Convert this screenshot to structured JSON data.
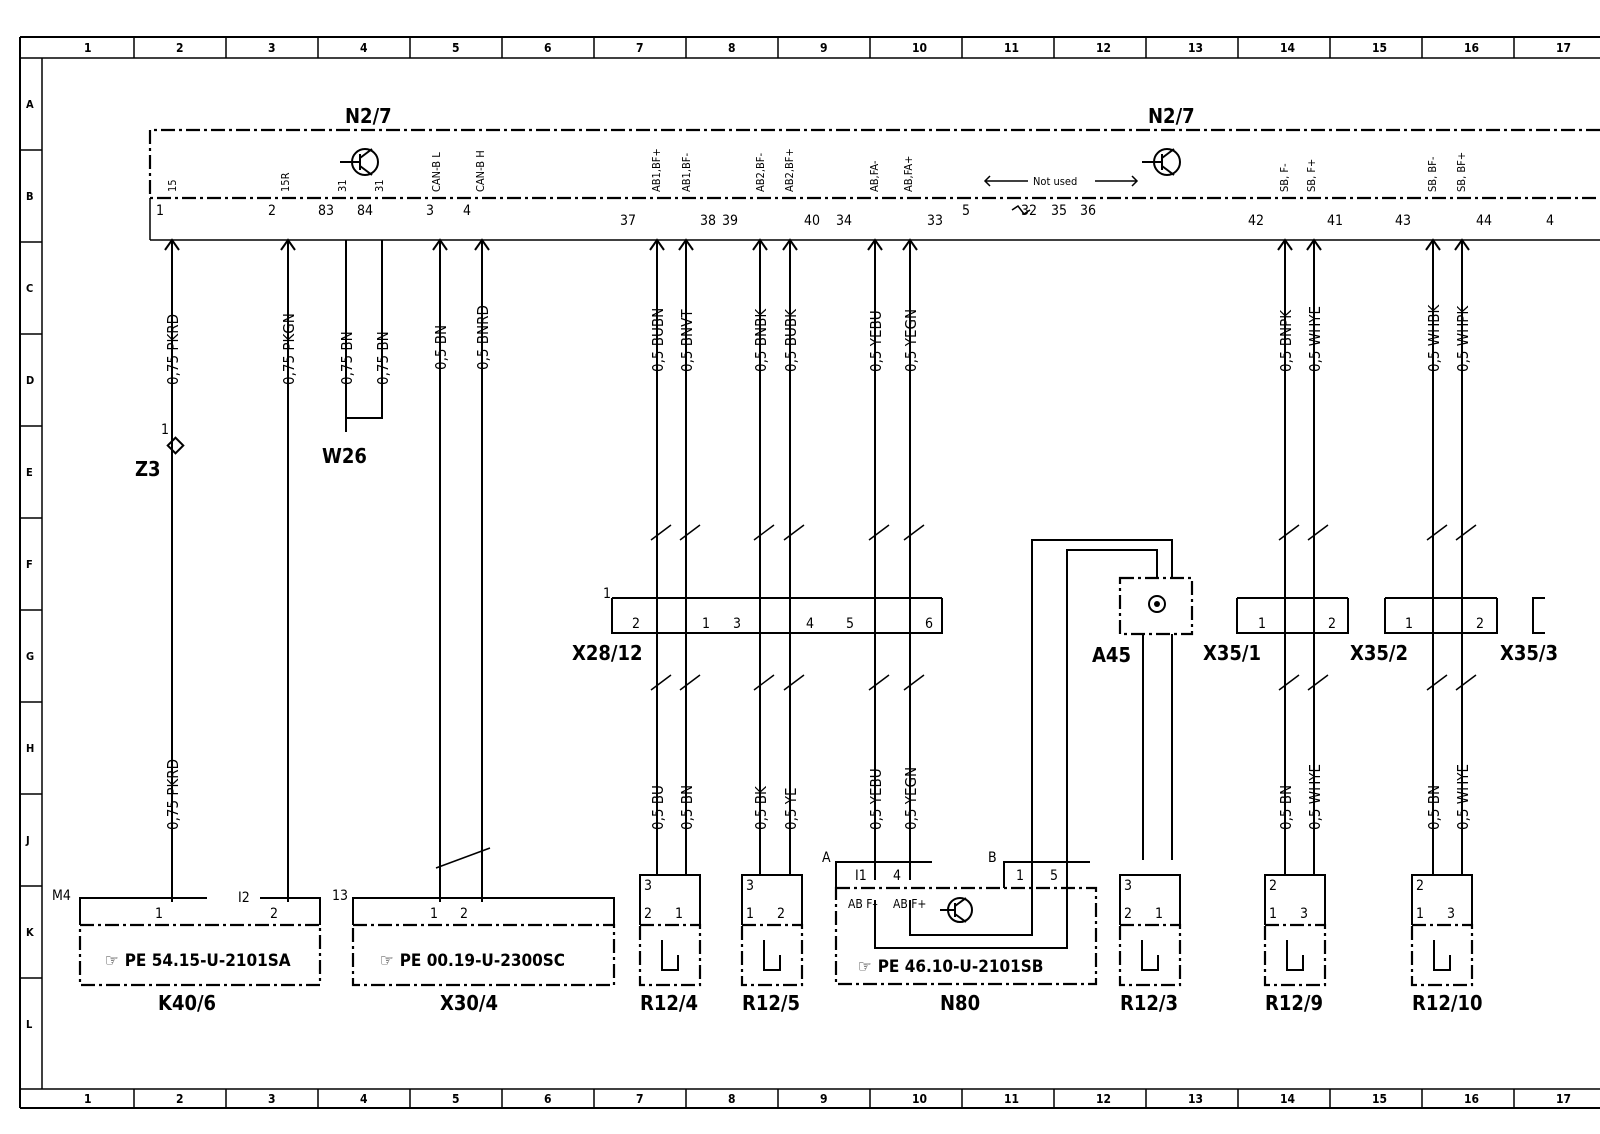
{
  "grid_columns": [
    "1",
    "2",
    "3",
    "4",
    "5",
    "6",
    "7",
    "8",
    "9",
    "10",
    "11",
    "12",
    "13",
    "14",
    "15",
    "16",
    "17"
  ],
  "grid_rows": [
    "A",
    "B",
    "C",
    "D",
    "E",
    "F",
    "G",
    "H",
    "J",
    "K",
    "L"
  ],
  "components": {
    "n2_7_left": "N2/7",
    "n2_7_right": "N2/7",
    "z3": "Z3",
    "z3_pin": "1",
    "w26": "W26",
    "x28_12": "X28/12",
    "x28_12_pin": "1",
    "a45": "A45",
    "x35_1": "X35/1",
    "x35_2": "X35/2",
    "x35_3": "X35/3",
    "k40_6": "K40/6",
    "x30_4": "X30/4",
    "n80": "N80",
    "r12_4": "R12/4",
    "r12_5": "R12/5",
    "r12_3": "R12/3",
    "r12_9": "R12/9",
    "r12_10": "R12/10"
  },
  "refs": {
    "k40_6": "PE  54.15-U-2101SA",
    "x30_4": "PE  00.19-U-2300SC",
    "n80": "PE  46.10-U-2101SB",
    "hand": "☞"
  },
  "not_used": "Not used",
  "n2_7_signals": [
    "15",
    "15R",
    "31",
    "31",
    "CAN-B L",
    "CAN-B H",
    "AB1,BF+",
    "AB1,BF-",
    "AB2,BF-",
    "AB2,BF+",
    "AB,FA-",
    "AB,FA+",
    "SB, F-",
    "SB, F+",
    "SB, BF-",
    "SB, BF+"
  ],
  "n2_7_pins": [
    "1",
    "2",
    "83",
    "84",
    "3",
    "4",
    "37",
    "38",
    "39",
    "40",
    "34",
    "33",
    "5",
    "32",
    "35",
    "36",
    "42",
    "41",
    "43",
    "44",
    "4"
  ],
  "wires_top": [
    "0,75 PKRD",
    "0,75 PKGN",
    "0,75 BN",
    "0,75 BN",
    "0,5 BN",
    "0,5 BNRD",
    "0,5 BUBN",
    "0,5 BNVT",
    "0,5 BNBK",
    "0,5 BUBK",
    "0,5 YEBU",
    "0,5 YEGN",
    "0,5 BNPK",
    "0,5 WHYE",
    "0,5 WHBK",
    "0,5 WHPK"
  ],
  "wires_bottom": [
    "0,75 PKRD",
    "0,5 BU",
    "0,5 BN",
    "0,5 BK",
    "0,5 YE",
    "0,5 YEBU",
    "0,5 YEGN",
    "0,5 BN",
    "0,5 WHYE",
    "0,5 BN",
    "0,5 WHYE"
  ],
  "x28_pins": [
    "2",
    "1",
    "3",
    "4",
    "5",
    "6"
  ],
  "x35_pins": [
    "1",
    "2",
    "1",
    "2"
  ],
  "k40_pins": [
    "M4",
    "1",
    "I2",
    "2"
  ],
  "x30_pins": [
    "13",
    "1",
    "2"
  ],
  "n80_pins": [
    "A",
    "I1",
    "4",
    "AB F–",
    "AB F+",
    "B",
    "1",
    "5"
  ],
  "r12_4_pins": [
    "3",
    "2",
    "1"
  ],
  "r12_5_pins": [
    "3",
    "1",
    "2"
  ],
  "r12_3_pins": [
    "3",
    "2",
    "1"
  ],
  "r12_9_pins": [
    "2",
    "1",
    "3"
  ],
  "r12_10_pins": [
    "2",
    "1",
    "3"
  ]
}
